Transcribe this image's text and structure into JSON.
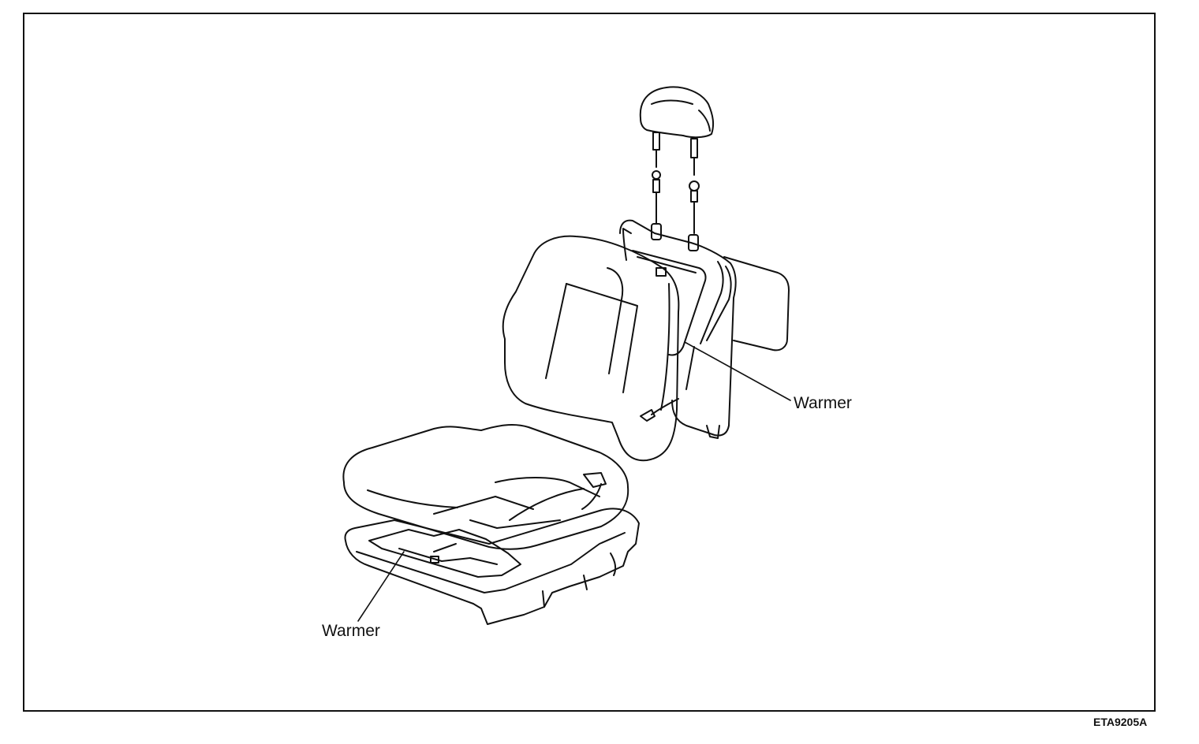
{
  "labels": {
    "backrest_warmer": "Warmer",
    "cushion_warmer": "Warmer"
  },
  "figure_code": "ETA9205A"
}
